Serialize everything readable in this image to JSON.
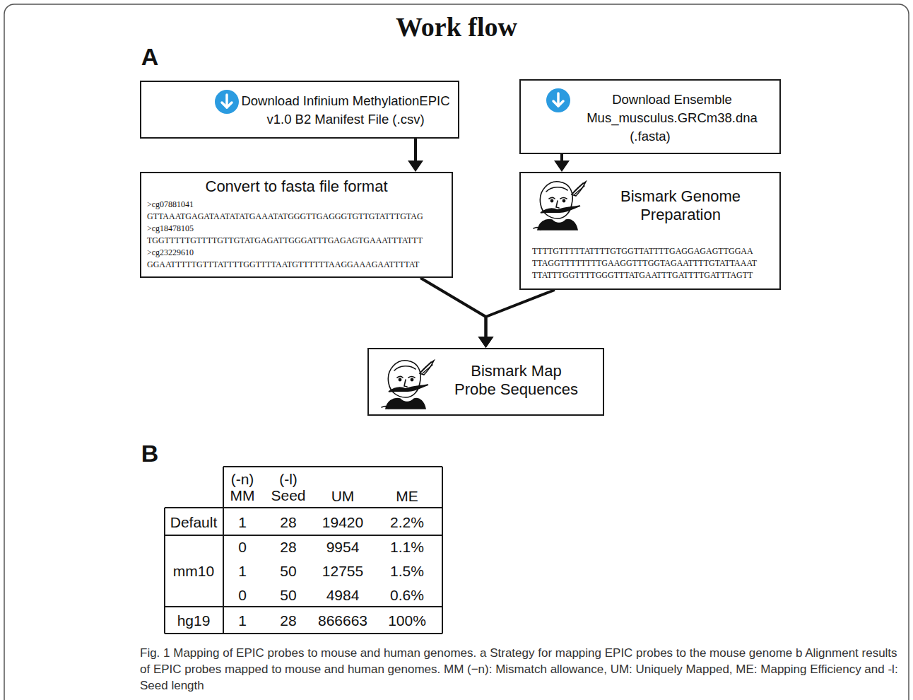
{
  "diagram": {
    "title": "Work flow",
    "caption": "Fig. 1 Mapping of EPIC probes to mouse and human genomes. a Strategy for mapping EPIC probes to the mouse genome b Alignment results of EPIC probes mapped to mouse and human genomes. MM (−n): Mismatch allowance, UM: Uniquely Mapped, ME: Mapping Efficiency and -l: Seed length",
    "nodes": [
      {
        "text": [
          "Download Infinium MethylationEPIC v1.0 B2 Manifest File (.csv)"
        ]
      },
      {
        "text": [
          "Download Ensemble Mus_musculus.GRCm38.dna (.fasta)"
        ]
      },
      {
        "text": [
          "Convert to fasta file format",
          ">cg07881041",
          "GTTAAATGAGATAATATATGAAATATGGGTTGAGGGTGTTGTATTTGTAG",
          ">cg18478105",
          "TGGTTTTTGTTTTGTTGTATGAGATTGGGATTTGAGAGTGAAATTTATTT",
          ">cg23229610",
          "GGAATTTTTGTTTATTTTGGTTTTAATGTTTTTTAAGGAAAGAATTTTAT"
        ]
      },
      {
        "text": [
          "Bismark Genome Preparation",
          "TTTTGTTTTTATTTTGTGGTTATTTTGAGGAGAGTTGGAA",
          "TTAGGTTTTTTTTGAAGGTTTGGTAGAATTTTGTATTAAAT",
          "TTATTTGGTTTTGGGTTTATGAATTTGATTTTGATTTAGTT"
        ]
      },
      {
        "text": [
          "Bismark Map Probe Sequences"
        ]
      }
    ],
    "edges": [
      {
        "from": 0,
        "to": 2,
        "arrow": "to"
      },
      {
        "from": 1,
        "to": 3,
        "arrow": "to"
      },
      {
        "from": 2,
        "to": 4,
        "arrow": "to"
      },
      {
        "from": 3,
        "to": 4,
        "arrow": "to"
      }
    ],
    "labels": [
      "A",
      "B",
      "(-n) MM",
      "(-l) Seed",
      "UM",
      "ME",
      "Default",
      "1",
      "28",
      "19420",
      "2.2%",
      "mm10",
      "0",
      "28",
      "9954",
      "1.1%",
      "1",
      "50",
      "12755",
      "1.5%",
      "0",
      "50",
      "4984",
      "0.6%",
      "hg19",
      "1",
      "28",
      "866663",
      "100%"
    ]
  }
}
